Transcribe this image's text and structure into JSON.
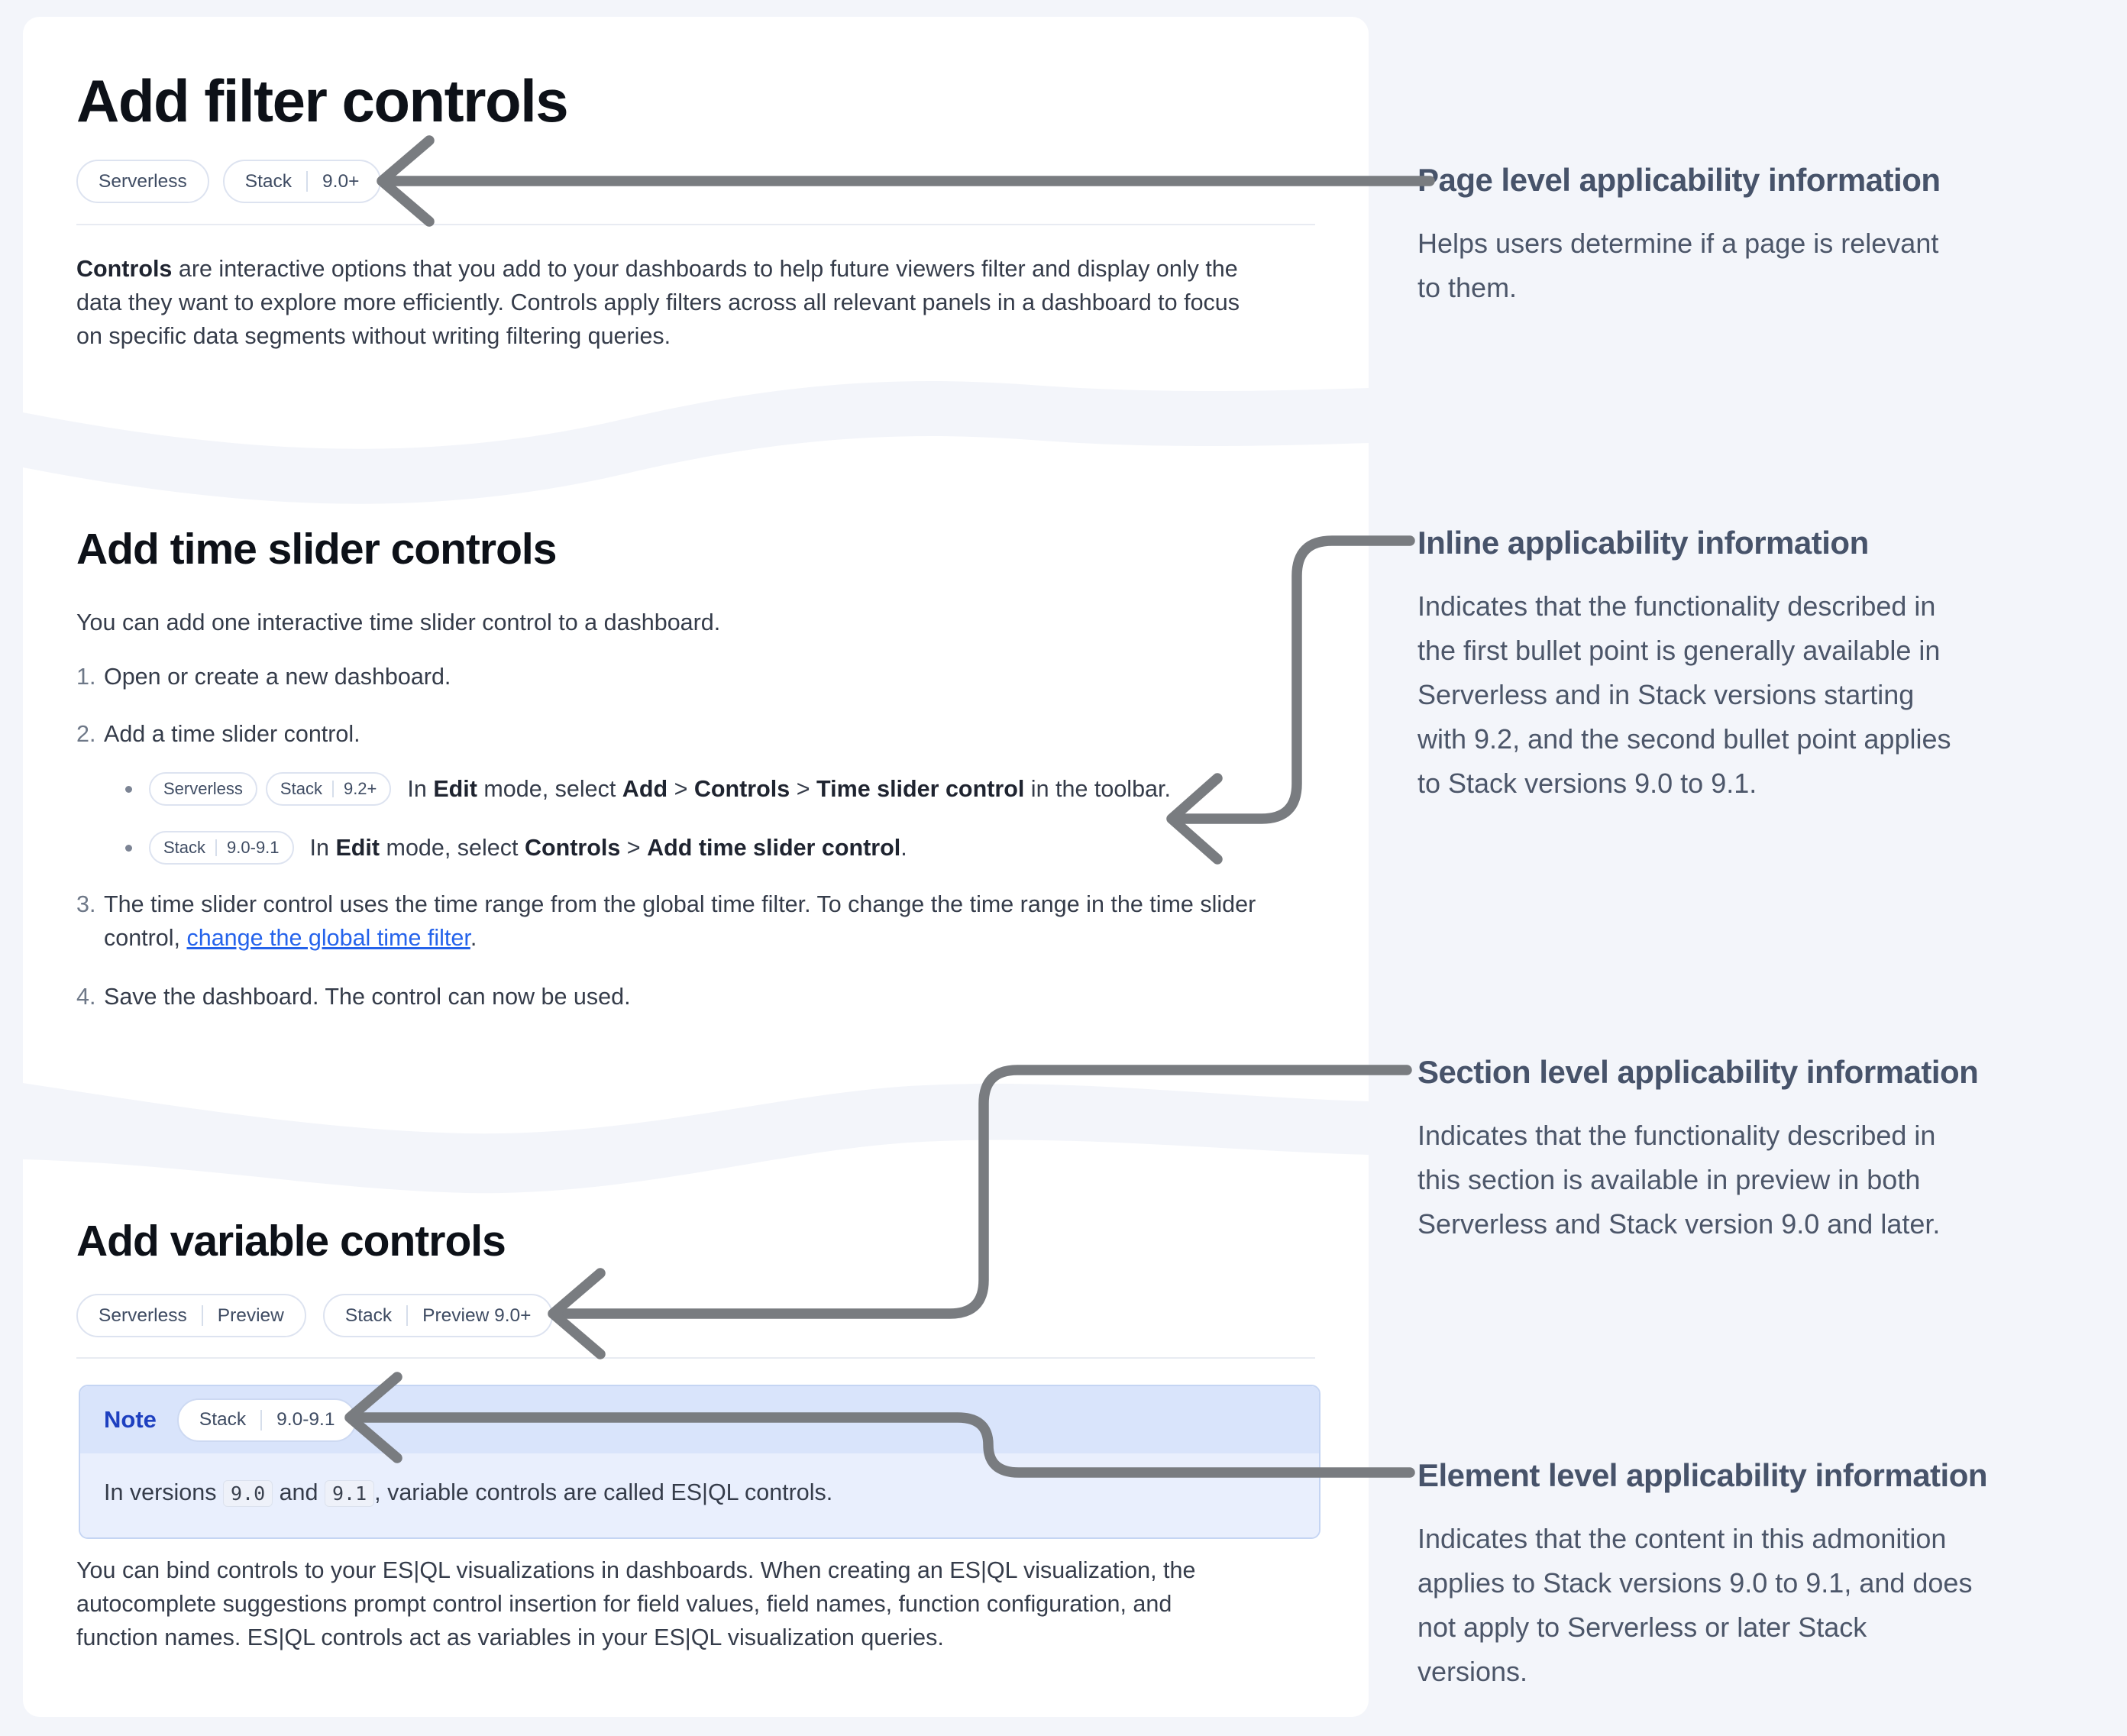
{
  "colors": {
    "page_background": "#f3f5fa",
    "card_background": "#ffffff",
    "link_blue": "#2563eb",
    "note_label_blue": "#1e40c0",
    "note_header_bg": "#d9e4fb",
    "note_body_bg": "#e9effd",
    "arrow_gray": "#797c80"
  },
  "card_filter": {
    "title": "Add filter controls",
    "badge_serverless": "Serverless",
    "badge_stack_product": "Stack",
    "badge_stack_version": "9.0+",
    "paragraph_html": "<b>Controls</b> are interactive options that you add to your dashboards to help future viewers filter and display only the<br>data they want to explore more efficiently. Controls apply filters across all relevant panels in a dashboard to focus<br>on specific data segments without writing filtering queries."
  },
  "card_timeslider": {
    "title": "Add time slider controls",
    "intro": "You can add one interactive time slider control to a dashboard.",
    "step1_num": "1.",
    "step1": "Open or create a new dashboard.",
    "step2_num": "2.",
    "step2": "Add a time slider control.",
    "bullet1_badge1": "Serverless",
    "bullet1_badge2_product": "Stack",
    "bullet1_badge2_version": "9.2+",
    "bullet1_html": "In <b>Edit</b> mode, select <b>Add</b> > <b>Controls</b> > <b>Time slider control</b> in the toolbar.",
    "bullet2_badge_product": "Stack",
    "bullet2_badge_version": "9.0-9.1",
    "bullet2_html": "In <b>Edit</b> mode, select <b>Controls</b> > <b>Add time slider control</b>.",
    "step3_num": "3.",
    "step3_html": "The time slider control uses the time range from the global time filter. To change the time range in the time slider<br>control, <a class='link' href='#' data-name='change-global-time-filter-link' data-interactable='true'>change the global time filter</a>.",
    "step4_num": "4.",
    "step4": "Save the dashboard. The control can now be used."
  },
  "card_variable": {
    "title": "Add variable controls",
    "badge1_left": "Serverless",
    "badge1_right": "Preview",
    "badge2_left": "Stack",
    "badge2_right": "Preview 9.0+",
    "note_label": "Note",
    "note_badge_product": "Stack",
    "note_badge_version": "9.0-9.1",
    "note_body_html": "In versions <code class='chip' data-name='version-code-chip' data-interactable='false'>9.0</code> and <code class='chip' data-name='version-code-chip' data-interactable='false'>9.1</code>, variable controls are called ES|QL controls.",
    "paragraph_html": "You can bind controls to your ES|QL visualizations in dashboards. When creating an ES|QL visualization, the<br>autocomplete suggestions prompt control insertion for field values, field names, function configuration, and<br>function names. ES|QL controls act as variables in your ES|QL visualization queries."
  },
  "annotations": {
    "a1_title": "Page level applicability information",
    "a1_body_html": "Helps users determine if a page is relevant<br>to them.",
    "a2_title": "Inline applicability information",
    "a2_body_html": "Indicates that the functionality described in<br>the first bullet point is generally available in<br>Serverless and in Stack versions starting<br>with 9.2, and the second bullet point applies<br>to Stack versions 9.0 to 9.1.",
    "a3_title": "Section level applicability information",
    "a3_body_html": "Indicates that the functionality described in<br>this section is available in preview in both<br>Serverless and Stack version 9.0 and later.",
    "a4_title": "Element level applicability information",
    "a4_body_html": "Indicates that the content in this admonition<br>applies to Stack versions 9.0 to 9.1, and does<br>not apply to Serverless or later Stack<br>versions."
  }
}
